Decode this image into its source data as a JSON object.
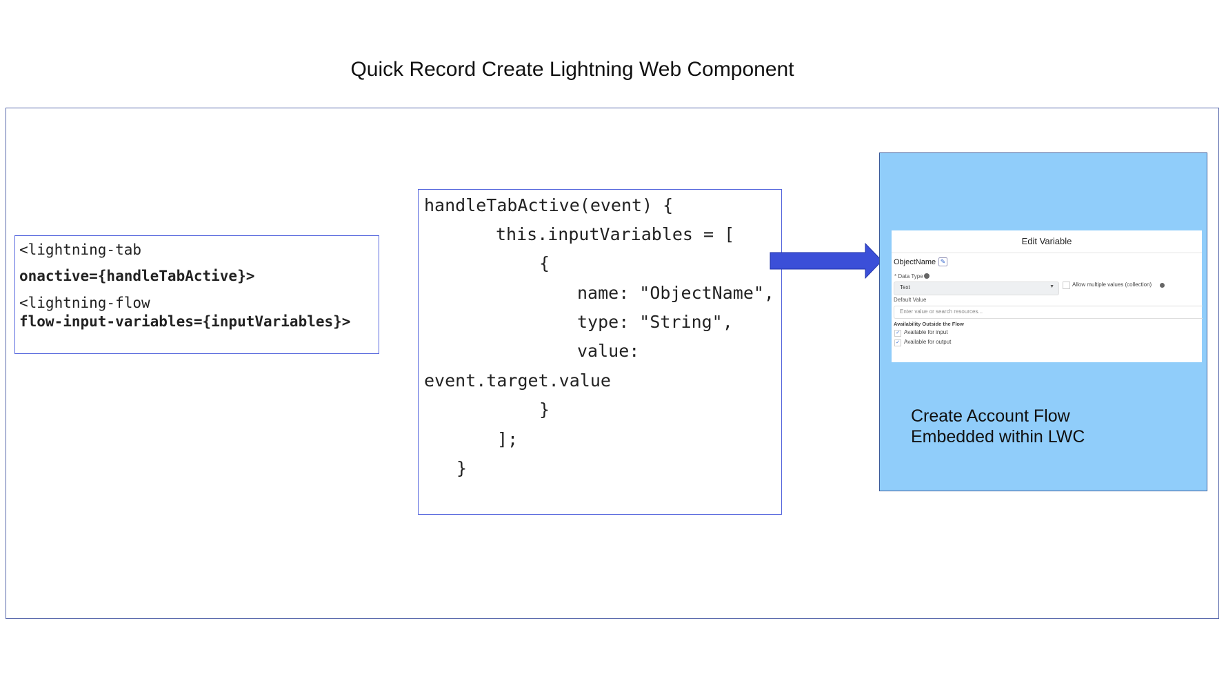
{
  "title": "Quick Record Create Lightning Web Component",
  "markup_code": {
    "lines": [
      "<lightning-tab",
      "onactive={handleTabActive}>",
      "<lightning-flow",
      "flow-input-variables={inputVariables}>"
    ]
  },
  "js_code": {
    "lines": [
      "handleTabActive(event) {",
      "this.inputVariables = [",
      "{",
      "name: \"ObjectName\",",
      "type: \"String\",",
      "value:",
      "event.target.value",
      "}",
      "];",
      "}"
    ]
  },
  "arrow_color": "#3b4fd8",
  "panel_color": "#90cdfa",
  "edit_variable": {
    "header": "Edit Variable",
    "api_name": "ObjectName",
    "data_type_label": "* Data Type",
    "data_type_value": "Text",
    "allow_multiple_label": "Allow multiple values (collection)",
    "allow_multiple_checked": false,
    "default_value_label": "Default Value",
    "default_value_placeholder": "Enter value or search resources...",
    "availability_heading": "Availability Outside the Flow",
    "available_input_label": "Available for input",
    "available_input_checked": true,
    "available_output_label": "Available for output",
    "available_output_checked": true
  },
  "caption": {
    "line1": "Create Account Flow",
    "line2": "Embedded within LWC"
  }
}
